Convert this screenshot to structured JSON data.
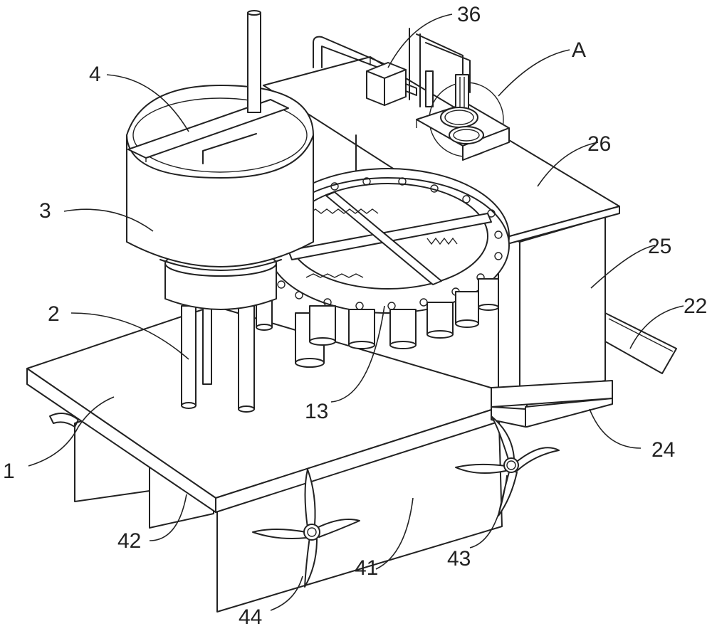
{
  "labels": {
    "l1": "1",
    "l2": "2",
    "l3": "3",
    "l4": "4",
    "l13": "13",
    "l22": "22",
    "l24": "24",
    "l25": "25",
    "l26": "26",
    "l36": "36",
    "l41": "41",
    "l42": "42",
    "l43": "43",
    "l44": "44",
    "lA": "A"
  },
  "colors": {
    "line": "#222222",
    "background": "#ffffff",
    "shade": "#f2f2f2"
  }
}
